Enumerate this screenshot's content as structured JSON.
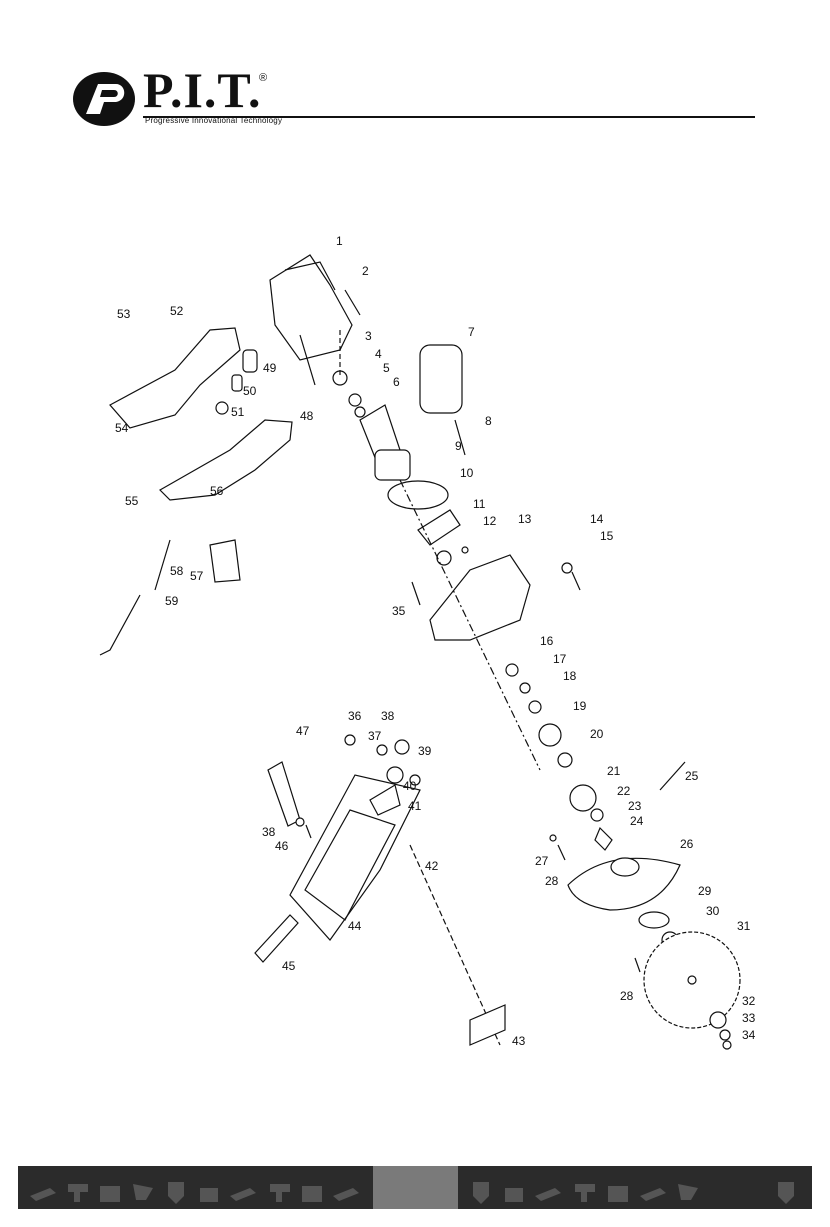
{
  "brand": {
    "name": "P.I.T.",
    "registered_mark": "®",
    "tagline": "Progressive Innovational Technology"
  },
  "diagram": {
    "part_numbers": [
      "1",
      "2",
      "3",
      "4",
      "5",
      "6",
      "7",
      "8",
      "9",
      "10",
      "11",
      "12",
      "13",
      "14",
      "15",
      "16",
      "17",
      "18",
      "19",
      "20",
      "21",
      "22",
      "23",
      "24",
      "25",
      "26",
      "27",
      "28",
      "28",
      "29",
      "30",
      "31",
      "32",
      "33",
      "34",
      "35",
      "36",
      "37",
      "38",
      "38",
      "39",
      "40",
      "41",
      "42",
      "43",
      "44",
      "45",
      "46",
      "47",
      "48",
      "49",
      "50",
      "51",
      "52",
      "53",
      "54",
      "55",
      "56",
      "57",
      "58",
      "59"
    ]
  },
  "colors": {
    "ink": "#111111",
    "footer_bar": "#2b2b2b",
    "footer_tab": "#7a7a7a",
    "footer_icons": "#555555"
  },
  "footer": {
    "icons": [
      "grinder-icon",
      "drill-icon",
      "saw-icon",
      "jigsaw-icon",
      "mixer-icon",
      "sander-icon",
      "grinder-icon",
      "drill-icon",
      "saw-icon",
      "grinder-icon",
      "mixer-icon",
      "sander-icon",
      "grinder-icon",
      "drill-icon",
      "saw-icon",
      "grinder-icon",
      "jigsaw-icon",
      "mixer-icon"
    ]
  }
}
